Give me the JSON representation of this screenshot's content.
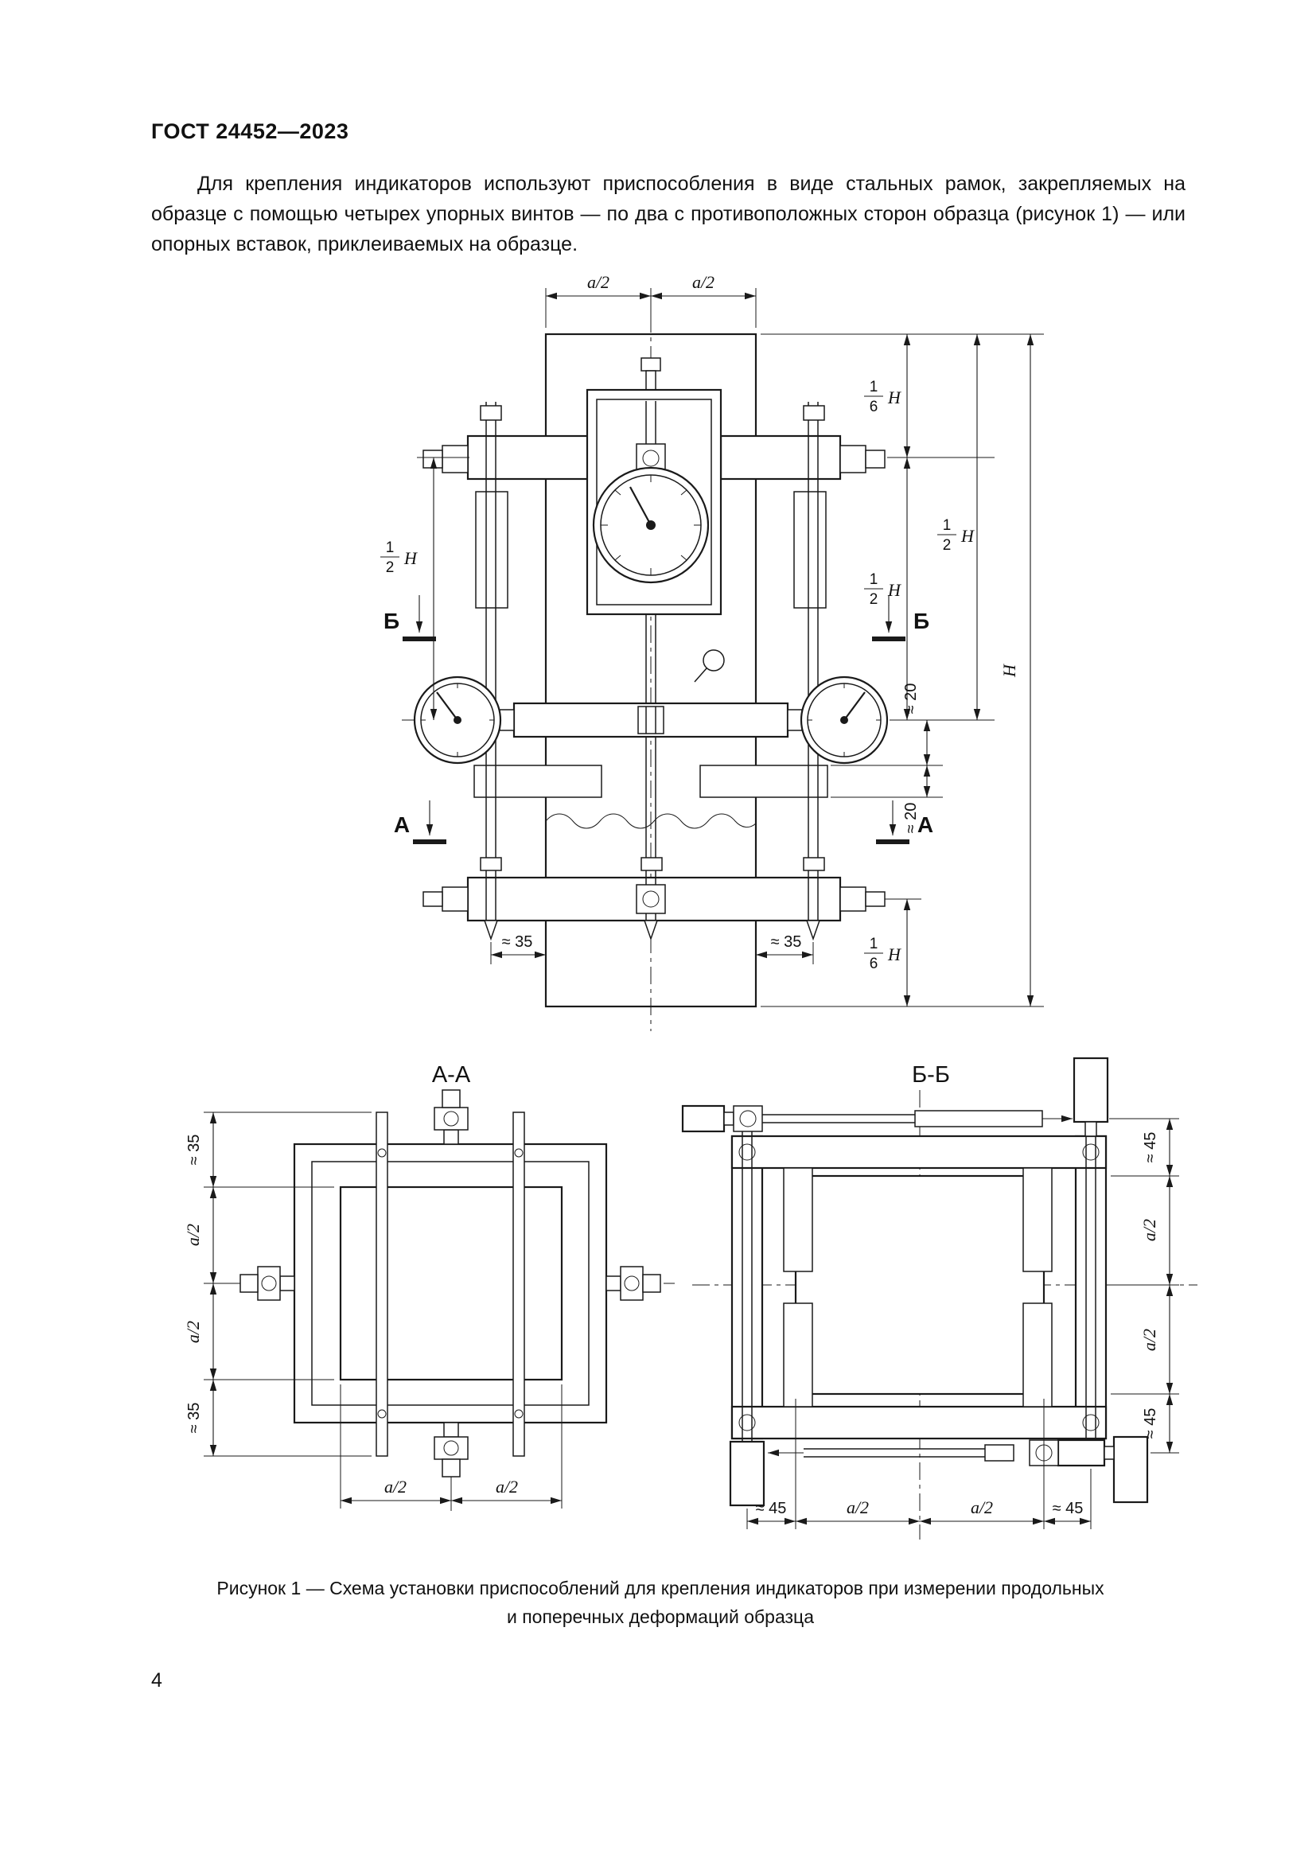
{
  "doc": {
    "header": "ГОСТ 24452—2023",
    "paragraph": "Для крепления индикаторов используют приспособления в виде стальных рамок, закрепляемых на образце с помощью четырех упорных винтов — по два с противоположных сторон образца (рисунок 1) — или опорных вставок, приклеиваемых на образце.",
    "page_number": "4"
  },
  "figure": {
    "caption_line1": "Рисунок 1 — Схема установки приспособлений для крепления индикаторов при измерении продольных",
    "caption_line2": "и поперечных деформаций образца",
    "views": {
      "aa": "А-А",
      "bb": "Б-Б"
    },
    "labels": {
      "a_half": "a/2",
      "H": "H",
      "num1": "1",
      "den2": "2",
      "den6": "6",
      "approx20": "≈ 20",
      "approx35": "≈ 35",
      "approx45": "≈ 45",
      "sec_A": "А",
      "sec_B": "Б"
    }
  }
}
